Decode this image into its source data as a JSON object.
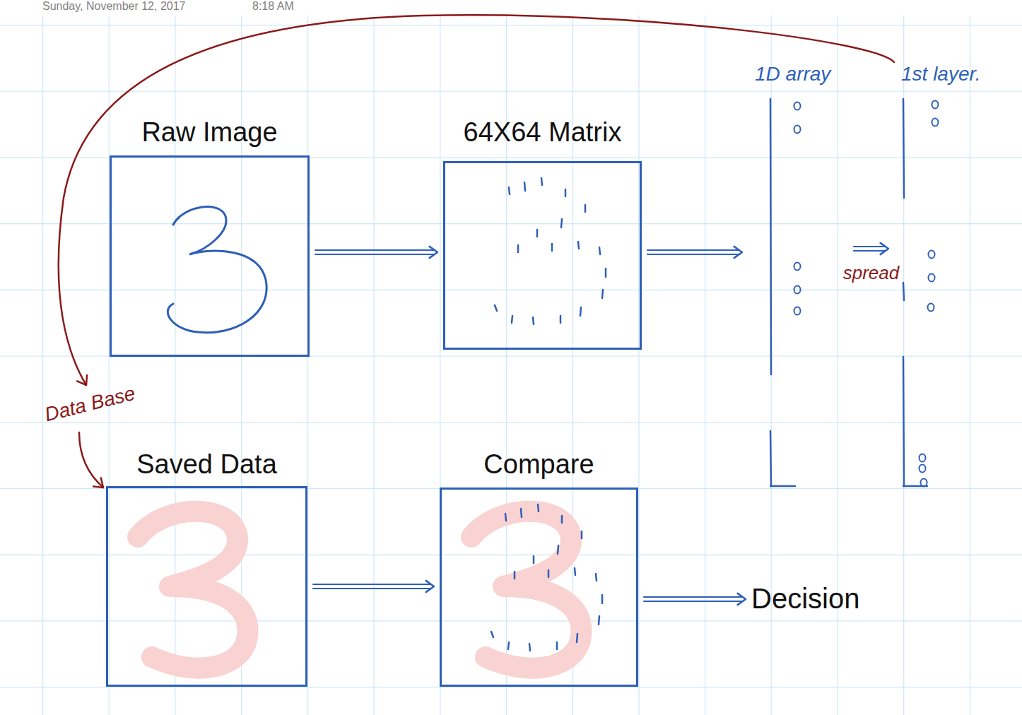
{
  "diagram": {
    "nodes": [
      {
        "text": [
          "Raw Image"
        ]
      },
      {
        "text": [
          "64X64 Matrix"
        ]
      },
      {
        "text": [
          "1D array"
        ]
      },
      {
        "text": [
          "1st layer."
        ]
      },
      {
        "text": [
          "Saved Data"
        ]
      },
      {
        "text": [
          "Compare"
        ]
      },
      {
        "text": [
          "Decision"
        ]
      }
    ],
    "edges": [
      {
        "from": 0,
        "to": 1,
        "arrow": "to"
      },
      {
        "from": 1,
        "to": 2,
        "arrow": "to"
      },
      {
        "from": 2,
        "to": 3,
        "label": "spread",
        "arrow": "to"
      },
      {
        "from": 3,
        "to": 4,
        "label": "Data Base",
        "arrow": "to"
      },
      {
        "from": 4,
        "to": 5,
        "arrow": "to"
      },
      {
        "from": 5,
        "to": 6,
        "arrow": "to"
      }
    ],
    "labels": [
      "Sunday, November 12, 2017",
      "8:18 AM"
    ]
  }
}
